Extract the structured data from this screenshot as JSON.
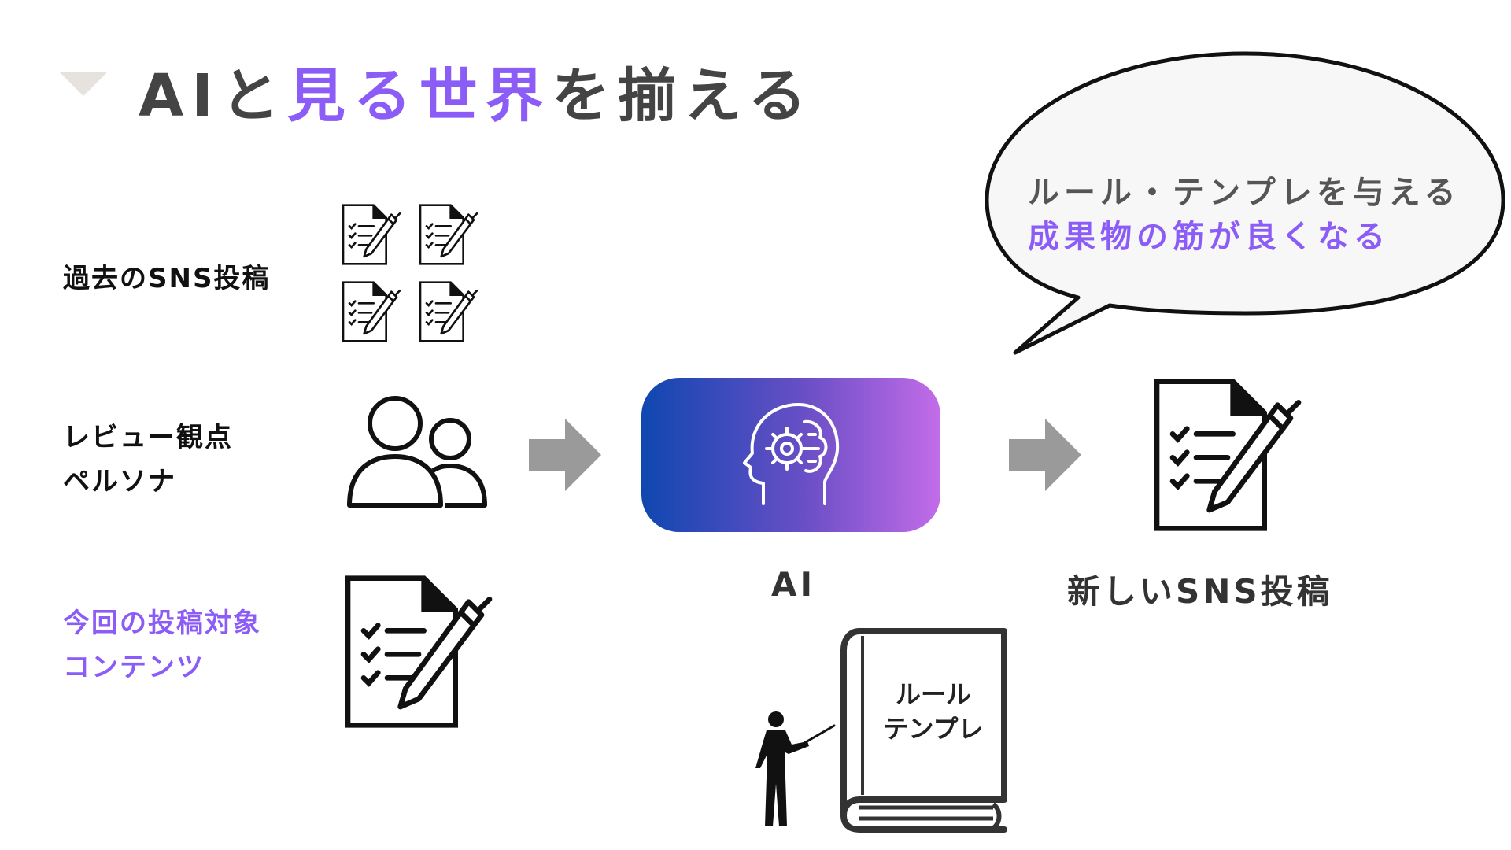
{
  "title": {
    "prefix": "AIと",
    "accent": "見る世界",
    "suffix": "を揃える"
  },
  "inputs": {
    "past_posts_label": "過去のSNS投稿",
    "review_line1": "レビュー観点",
    "review_line2": "ペルソナ",
    "target_line1": "今回の投稿対象",
    "target_line2": "コンテンツ"
  },
  "ai": {
    "label": "AI"
  },
  "output": {
    "label": "新しいSNS投稿"
  },
  "bubble": {
    "line1": "ルール・テンプレを与える",
    "line2": "成果物の筋が良くなる"
  },
  "book": {
    "line1": "ルール",
    "line2": "テンプレ"
  },
  "colors": {
    "accent": "#8b5cf6",
    "arrow": "#9a9a9a",
    "ai_gradient_start": "#0f47b0",
    "ai_gradient_end": "#c36ce8"
  }
}
